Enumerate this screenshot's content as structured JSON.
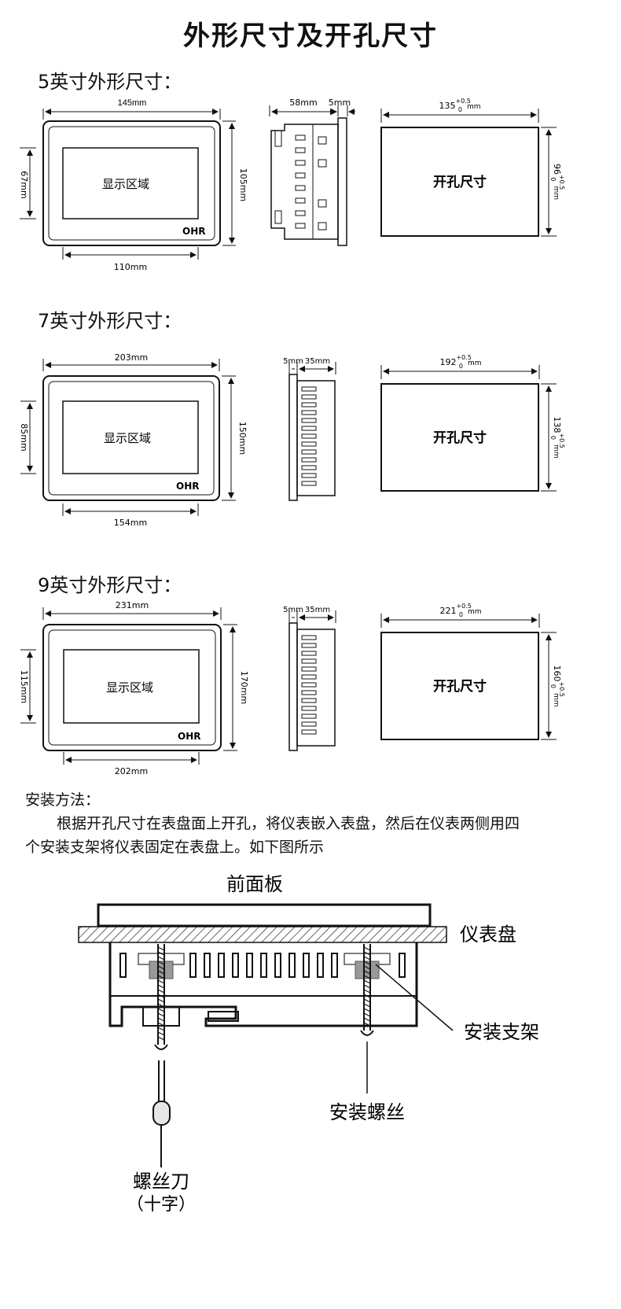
{
  "title": "外形尺寸及开孔尺寸",
  "sections": [
    {
      "heading": "5英寸外形尺寸：",
      "front": {
        "width": "145mm",
        "height": "105mm",
        "display_width": "110mm",
        "display_height": "67mm",
        "display_label": "显示区域",
        "brand": "OHR"
      },
      "side": {
        "depth": "58mm",
        "bezel": "5mm"
      },
      "cutout": {
        "width_base": "135",
        "width_tol_upper": "+0.5",
        "width_tol_lower": "0",
        "unit": "mm",
        "height_base": "96",
        "height_tol_upper": "+0.5",
        "height_tol_lower": "0",
        "label": "开孔尺寸"
      }
    },
    {
      "heading": "7英寸外形尺寸：",
      "front": {
        "width": "203mm",
        "height": "150mm",
        "display_width": "154mm",
        "display_height": "85mm",
        "display_label": "显示区域",
        "brand": "OHR"
      },
      "side": {
        "bezel": "5mm",
        "depth": "35mm"
      },
      "cutout": {
        "width_base": "192",
        "width_tol_upper": "+0.5",
        "width_tol_lower": "0",
        "unit": "mm",
        "height_base": "138",
        "height_tol_upper": "+0.5",
        "height_tol_lower": "0",
        "label": "开孔尺寸"
      }
    },
    {
      "heading": "9英寸外形尺寸：",
      "front": {
        "width": "231mm",
        "height": "170mm",
        "display_width": "202mm",
        "display_height": "115mm",
        "display_label": "显示区域",
        "brand": "OHR"
      },
      "side": {
        "bezel": "5mm",
        "depth": "35mm"
      },
      "cutout": {
        "width_base": "221",
        "width_tol_upper": "+0.5",
        "width_tol_lower": "0",
        "unit": "mm",
        "height_base": "160",
        "height_tol_upper": "+0.5",
        "height_tol_lower": "0",
        "label": "开孔尺寸"
      }
    }
  ],
  "install": {
    "heading": "安装方法：",
    "body_line1": "根据开孔尺寸在表盘面上开孔，将仪表嵌入表盘，然后在仪表两侧用四",
    "body_line2": "个安装支架将仪表固定在表盘上。如下图所示",
    "labels": {
      "front_panel": "前面板",
      "meter_panel": "仪表盘",
      "bracket": "安装支架",
      "screw": "安装螺丝",
      "screwdriver": "螺丝刀",
      "screwdriver_type": "（十字）"
    }
  }
}
